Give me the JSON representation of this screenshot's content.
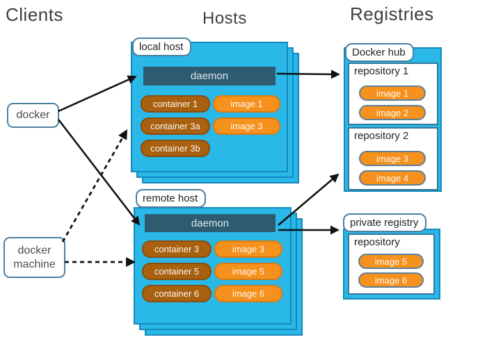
{
  "headers": {
    "clients": "Clients",
    "hosts": "Hosts",
    "registries": "Registries"
  },
  "clients": {
    "docker": {
      "label": "docker"
    },
    "docker_machine": {
      "line1": "docker",
      "line2": "machine"
    }
  },
  "hosts": {
    "local": {
      "label": "local host",
      "daemon": "daemon",
      "containers": [
        "container 1",
        "container 3a",
        "container 3b"
      ],
      "images": [
        "image 1",
        "image 3"
      ]
    },
    "remote": {
      "label": "remote host",
      "daemon": "daemon",
      "containers": [
        "container 3",
        "container 5",
        "container 6"
      ],
      "images": [
        "image 3",
        "image 5",
        "image 6"
      ]
    }
  },
  "registries": {
    "docker_hub": {
      "label": "Docker hub",
      "repo1": {
        "title": "repository 1",
        "images": [
          "image 1",
          "image 2"
        ]
      },
      "repo2": {
        "title": "repository 2",
        "images": [
          "image 3",
          "image 4"
        ]
      }
    },
    "private": {
      "label": "private registry",
      "repo": {
        "title": "repository",
        "images": [
          "image 5",
          "image 6"
        ]
      }
    }
  },
  "connections": [
    {
      "from": "docker",
      "to": "local-host-daemon",
      "style": "solid"
    },
    {
      "from": "docker",
      "to": "remote-host-daemon",
      "style": "solid"
    },
    {
      "from": "docker-machine",
      "to": "local-host",
      "style": "dashed"
    },
    {
      "from": "docker-machine",
      "to": "remote-host",
      "style": "dashed"
    },
    {
      "from": "local-host-daemon",
      "to": "repository-1",
      "style": "solid"
    },
    {
      "from": "remote-host-daemon",
      "to": "repository-2",
      "style": "solid"
    },
    {
      "from": "remote-host-daemon",
      "to": "private-registry",
      "style": "solid"
    }
  ],
  "colors": {
    "host_fill": "#29b8e8",
    "host_border": "#1489ba",
    "daemon_fill": "#2e5b70",
    "container_fill": "#a9600f",
    "image_fill": "#f6911d",
    "label_border": "#4b7f9f",
    "arrow": "#111111"
  }
}
